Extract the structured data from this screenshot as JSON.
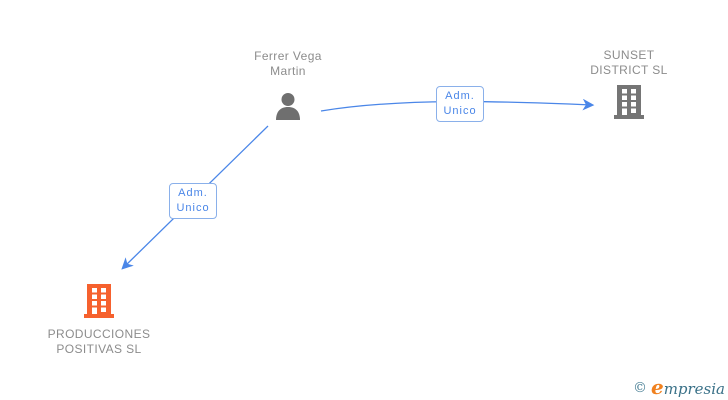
{
  "diagram": {
    "person": {
      "label_line1": "Ferrer Vega",
      "label_line2": "Martin"
    },
    "company_sunset": {
      "label_line1": "SUNSET",
      "label_line2": "DISTRICT SL",
      "icon_color": "#757575"
    },
    "company_producciones": {
      "label_line1": "PRODUCCIONES",
      "label_line2": "POSITIVAS SL",
      "icon_color": "#f6612e"
    },
    "edges": [
      {
        "from": "Ferrer Vega Martin",
        "to": "SUNSET DISTRICT SL",
        "label_line1": "Adm.",
        "label_line2": "Unico"
      },
      {
        "from": "Ferrer Vega Martin",
        "to": "PRODUCCIONES POSITIVAS SL",
        "label_line1": "Adm.",
        "label_line2": "Unico"
      }
    ],
    "colors": {
      "edge_blue": "#4a86e8",
      "edge_label_border": "#8ab0ea",
      "person_gray": "#6f6f6f",
      "company_gray": "#757575",
      "company_orange": "#f6612e",
      "node_label_gray": "#8c8c8c"
    }
  },
  "footer": {
    "copyright_symbol": "©",
    "brand_first_letter": "e",
    "brand_rest": "mpresia"
  }
}
